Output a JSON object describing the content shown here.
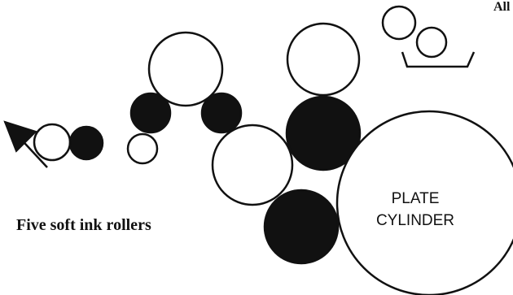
{
  "diagram": {
    "top_right_text": "All",
    "caption": "Five soft ink rollers",
    "plate_cylinder": {
      "line1": "PLATE",
      "line2": "CYLINDER"
    },
    "colors": {
      "ink": "#111111",
      "background": "#ffffff"
    }
  }
}
